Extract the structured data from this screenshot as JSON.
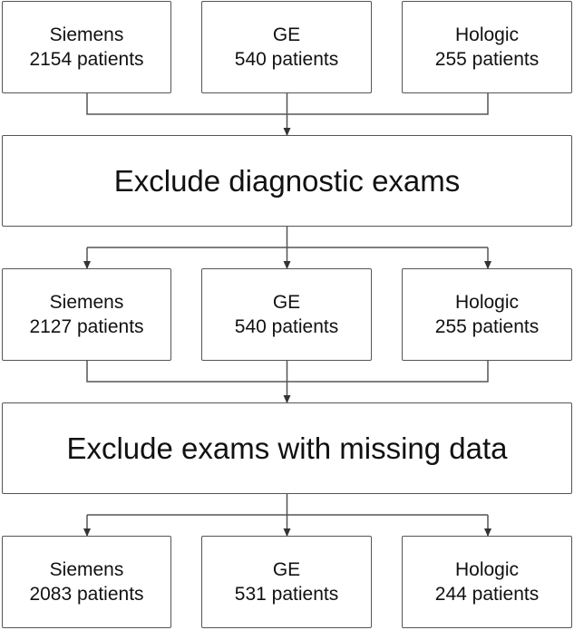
{
  "stage1": [
    {
      "name": "Siemens",
      "count": "2154 patients"
    },
    {
      "name": "GE",
      "count": "540 patients"
    },
    {
      "name": "Hologic",
      "count": "255 patients"
    }
  ],
  "filter1": {
    "label": "Exclude diagnostic exams"
  },
  "stage2": [
    {
      "name": "Siemens",
      "count": "2127 patients"
    },
    {
      "name": "GE",
      "count": "540 patients"
    },
    {
      "name": "Hologic",
      "count": "255 patients"
    }
  ],
  "filter2": {
    "label": "Exclude exams with missing data"
  },
  "stage3": [
    {
      "name": "Siemens",
      "count": "2083 patients"
    },
    {
      "name": "GE",
      "count": "531 patients"
    },
    {
      "name": "Hologic",
      "count": "244 patients"
    }
  ],
  "colors": {
    "border": "#555555",
    "line": "#555555",
    "text": "#111111"
  }
}
